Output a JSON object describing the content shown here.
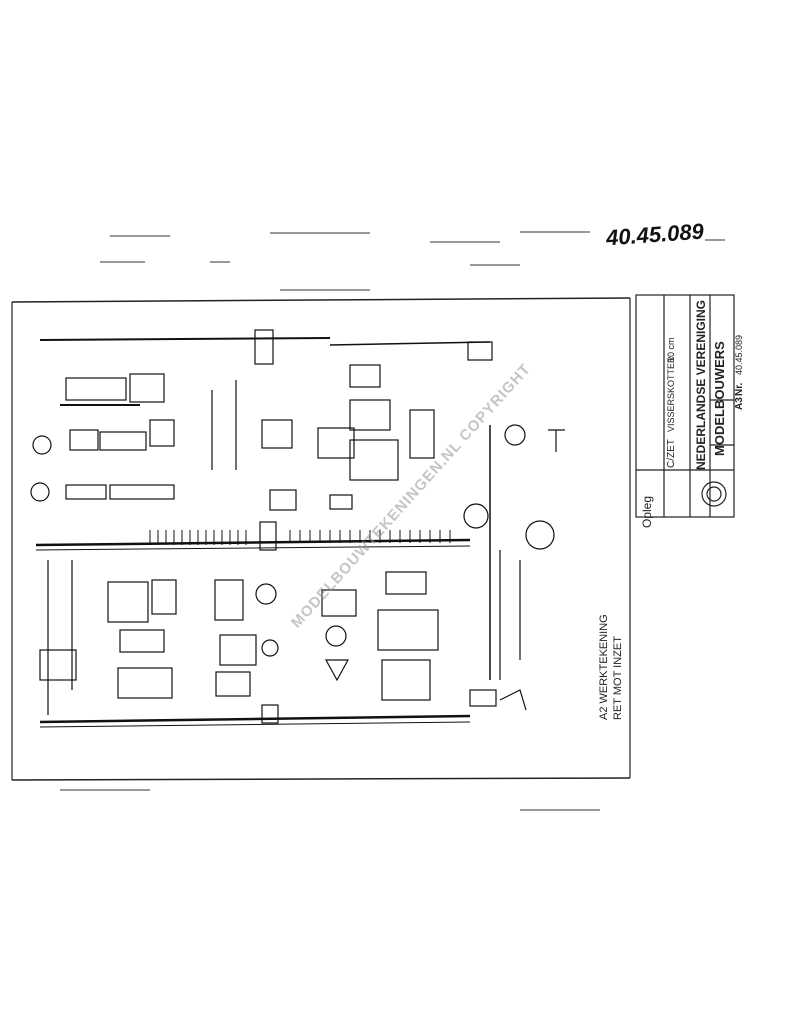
{
  "document": {
    "reference_number": "40.45.089",
    "drawing_label": "Opleg",
    "notes": {
      "line1": "A2 WERKTEKENING",
      "line2": "RET MOT INZET"
    },
    "title_block": {
      "org_line1": "NEDERLANDSE VERENIGING",
      "org_line2": "MODELBOUWERS",
      "number_label": "Nr.",
      "number_value": "40.45.089",
      "sheet_size": "A3",
      "title_label": "C/ZET",
      "title_value": "VISSERSKOTTER",
      "scale": "10 cm"
    },
    "watermark": "MODELBOUWTEKENINGEN.NL COPYRIGHT"
  }
}
